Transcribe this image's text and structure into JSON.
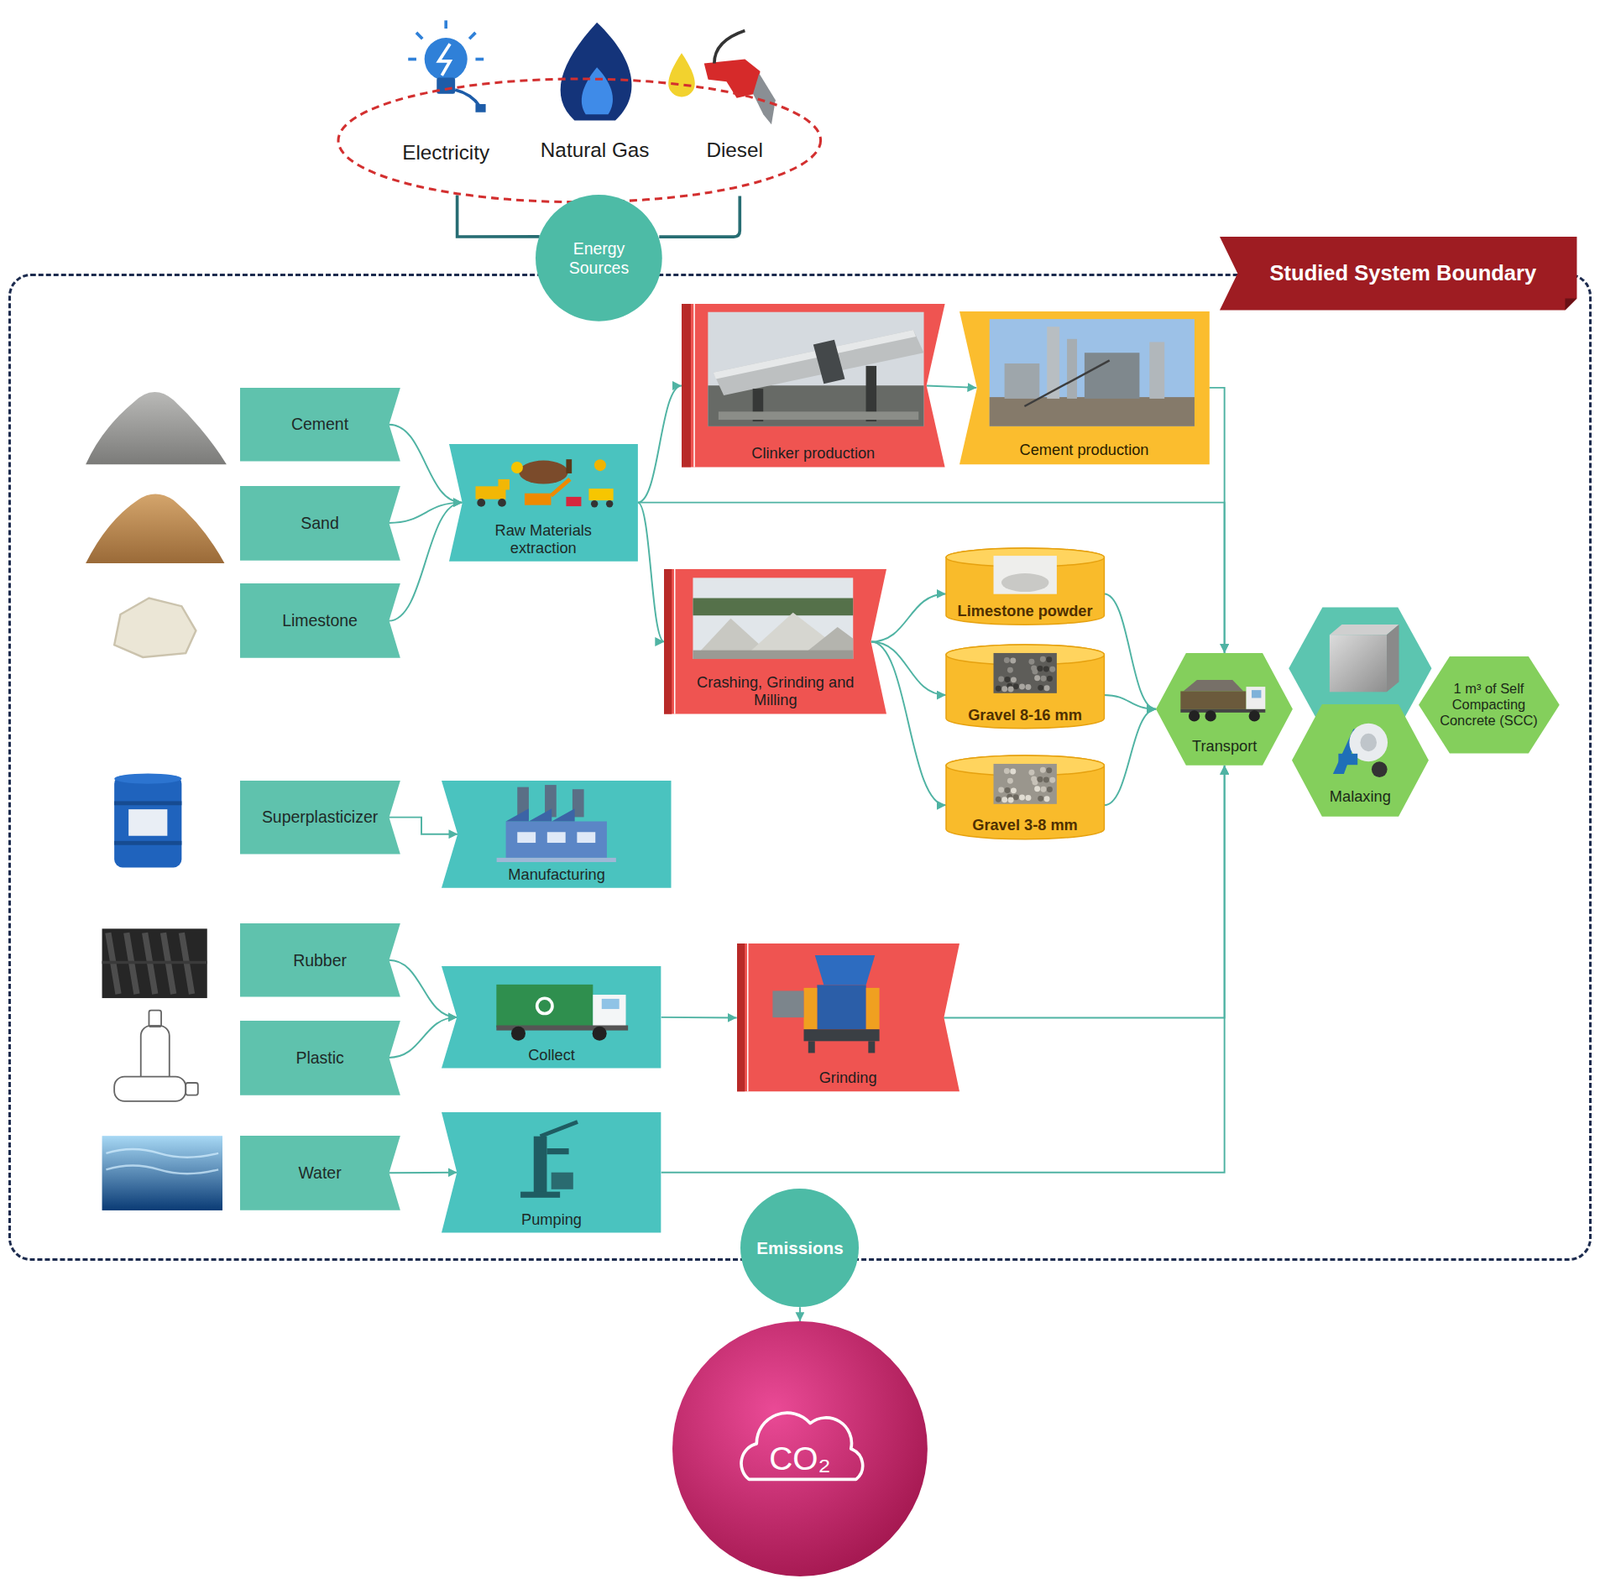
{
  "diagram": {
    "nodes": [
      {
        "text": [
          "Electricity",
          "Natural Gas",
          "Diesel"
        ]
      },
      {
        "text": [
          "Energy Sources"
        ]
      },
      {
        "text": [
          "Studied System Boundary"
        ]
      },
      {
        "text": [
          "Cement"
        ],
        "in": 2
      },
      {
        "text": [
          "Sand"
        ],
        "in": 2
      },
      {
        "text": [
          "Limestone"
        ],
        "in": 2
      },
      {
        "text": [
          "Raw Materials extraction"
        ],
        "in": 2
      },
      {
        "text": [
          "Clinker production"
        ],
        "in": 2
      },
      {
        "text": [
          "Cement production"
        ],
        "in": 2
      },
      {
        "text": [
          "Crashing, Grinding and Milling"
        ],
        "in": 2
      },
      {
        "text": [
          "Limestone powder"
        ],
        "in": 2
      },
      {
        "text": [
          "Gravel 8-16 mm"
        ],
        "in": 2
      },
      {
        "text": [
          "Gravel 3-8 mm"
        ],
        "in": 2
      },
      {
        "text": [
          "Transport"
        ],
        "in": 2
      },
      {
        "text": [
          "Malaxing"
        ],
        "in": 2
      },
      {
        "text": [
          "1 m³ of Self Compacting Concrete (SCC)"
        ],
        "in": 2
      },
      {
        "text": [
          "Superplasticizer"
        ],
        "in": 2
      },
      {
        "text": [
          "Manufacturing"
        ],
        "in": 2
      },
      {
        "text": [
          "Rubber"
        ],
        "in": 2
      },
      {
        "text": [
          "Plastic"
        ],
        "in": 2
      },
      {
        "text": [
          "Collect"
        ],
        "in": 2
      },
      {
        "text": [
          "Grinding"
        ],
        "in": 2
      },
      {
        "text": [
          "Water"
        ],
        "in": 2
      },
      {
        "text": [
          "Pumping"
        ],
        "in": 2
      },
      {
        "text": [
          "Emissions"
        ]
      },
      {
        "text": [
          "CO₂"
        ]
      }
    ],
    "edges": [
      {
        "from": 0,
        "to": 1,
        "arrow": "none"
      },
      {
        "from": 3,
        "to": 6,
        "arrow": "to"
      },
      {
        "from": 4,
        "to": 6,
        "arrow": "to"
      },
      {
        "from": 5,
        "to": 6,
        "arrow": "to"
      },
      {
        "from": 6,
        "to": 7,
        "arrow": "to"
      },
      {
        "from": 7,
        "to": 8,
        "arrow": "to"
      },
      {
        "from": 6,
        "to": 9,
        "arrow": "to"
      },
      {
        "from": 8,
        "to": 13,
        "arrow": "to"
      },
      {
        "from": 6,
        "to": 13,
        "arrow": "to"
      },
      {
        "from": 9,
        "to": 10,
        "arrow": "to"
      },
      {
        "from": 9,
        "to": 11,
        "arrow": "to"
      },
      {
        "from": 9,
        "to": 12,
        "arrow": "to"
      },
      {
        "from": 10,
        "to": 13,
        "arrow": "to"
      },
      {
        "from": 11,
        "to": 13,
        "arrow": "to"
      },
      {
        "from": 12,
        "to": 13,
        "arrow": "to"
      },
      {
        "from": 16,
        "to": 17,
        "arrow": "to"
      },
      {
        "from": 18,
        "to": 20,
        "arrow": "to"
      },
      {
        "from": 19,
        "to": 20,
        "arrow": "to"
      },
      {
        "from": 20,
        "to": 21,
        "arrow": "to"
      },
      {
        "from": 21,
        "to": 13,
        "arrow": "to"
      },
      {
        "from": 22,
        "to": 23,
        "arrow": "to"
      },
      {
        "from": 23,
        "to": 13,
        "arrow": "to"
      },
      {
        "from": 24,
        "to": 25,
        "arrow": "to"
      }
    ]
  }
}
